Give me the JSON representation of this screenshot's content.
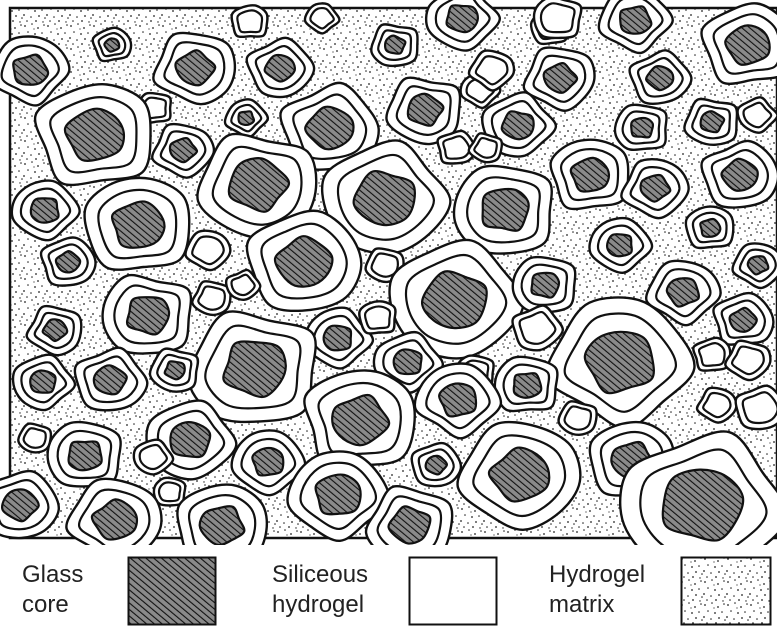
{
  "diagram": {
    "description_free": true,
    "colors": {
      "ink": "#111111",
      "paper": "#ffffff",
      "dots": "#222222"
    }
  },
  "legend": {
    "items": [
      {
        "label": "Glass\ncore",
        "swatch": "hatched"
      },
      {
        "label": "Siliceous\nhydrogel",
        "swatch": "white"
      },
      {
        "label": "Hydrogel\nmatrix",
        "swatch": "stippled"
      }
    ]
  }
}
